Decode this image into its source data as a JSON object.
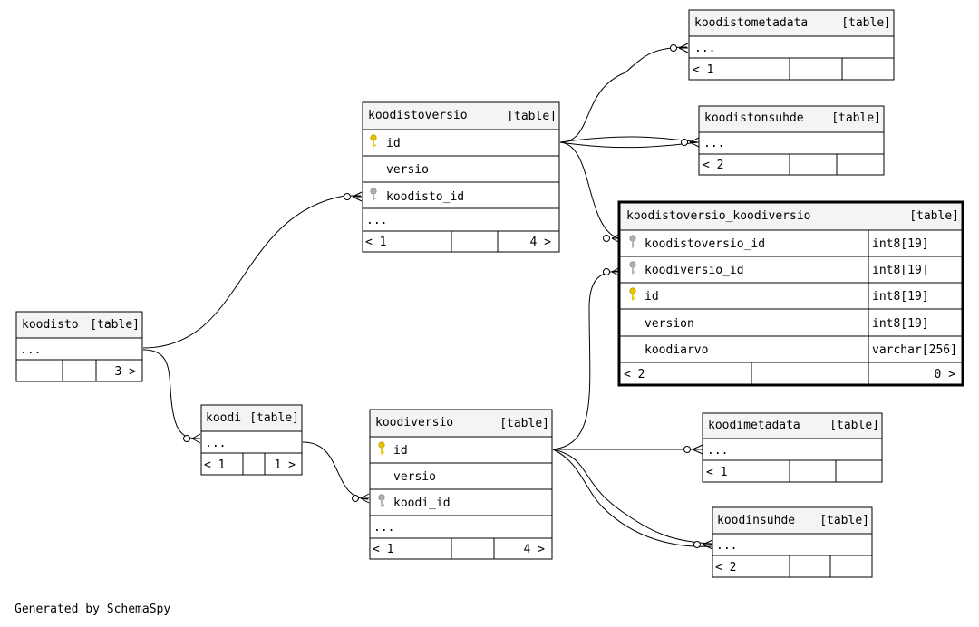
{
  "diagram": {
    "footer": "Generated by SchemaSpy",
    "tables": {
      "koodistometadata": {
        "name": "koodistometadata",
        "tag": "[table]",
        "ellipsis": "...",
        "nav_left": "< 1",
        "nav_right": ""
      },
      "koodistonsuhde": {
        "name": "koodistonsuhde",
        "tag": "[table]",
        "ellipsis": "...",
        "nav_left": "< 2",
        "nav_right": ""
      },
      "koodistoversio": {
        "name": "koodistoversio",
        "tag": "[table]",
        "columns": [
          {
            "name": "id",
            "key": "primary"
          },
          {
            "name": "versio",
            "key": "none"
          },
          {
            "name": "koodisto_id",
            "key": "foreign"
          }
        ],
        "ellipsis": "...",
        "nav_left": "< 1",
        "nav_right": "4 >"
      },
      "koodistoversio_koodiversio": {
        "name": "koodistoversio_koodiversio",
        "tag": "[table]",
        "columns": [
          {
            "name": "koodistoversio_id",
            "type": "int8[19]",
            "key": "foreign"
          },
          {
            "name": "koodiversio_id",
            "type": "int8[19]",
            "key": "foreign"
          },
          {
            "name": "id",
            "type": "int8[19]",
            "key": "primary"
          },
          {
            "name": "version",
            "type": "int8[19]",
            "key": "none"
          },
          {
            "name": "koodiarvo",
            "type": "varchar[256]",
            "key": "none"
          }
        ],
        "nav_left": "< 2",
        "nav_right": "0 >"
      },
      "koodisto": {
        "name": "koodisto",
        "tag": "[table]",
        "ellipsis": "...",
        "nav_left": "",
        "nav_right": "3 >"
      },
      "koodi": {
        "name": "koodi",
        "tag": "[table]",
        "ellipsis": "...",
        "nav_left": "< 1",
        "nav_right": "1 >"
      },
      "koodiversio": {
        "name": "koodiversio",
        "tag": "[table]",
        "columns": [
          {
            "name": "id",
            "key": "primary"
          },
          {
            "name": "versio",
            "key": "none"
          },
          {
            "name": "koodi_id",
            "key": "foreign"
          }
        ],
        "ellipsis": "...",
        "nav_left": "< 1",
        "nav_right": "4 >"
      },
      "koodimetadata": {
        "name": "koodimetadata",
        "tag": "[table]",
        "ellipsis": "...",
        "nav_left": "< 1",
        "nav_right": ""
      },
      "koodinsuhde": {
        "name": "koodinsuhde",
        "tag": "[table]",
        "ellipsis": "...",
        "nav_left": "< 2",
        "nav_right": ""
      }
    },
    "colors": {
      "primary_key": "#e8c400",
      "foreign_key": "#a8a8a8",
      "header_bg": "#f4f4f4"
    }
  }
}
